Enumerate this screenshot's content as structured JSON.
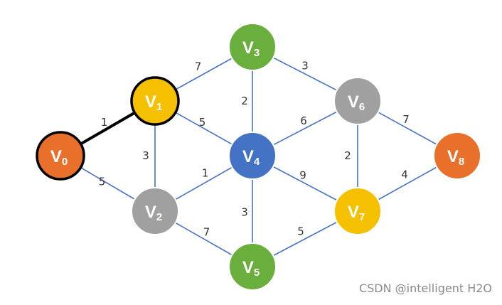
{
  "graph": {
    "nodes": [
      {
        "id": "V0",
        "letter": "V",
        "sub": "0",
        "color": "#E8702A",
        "border": "#000000",
        "highlight": true
      },
      {
        "id": "V1",
        "letter": "V",
        "sub": "1",
        "color": "#F5C000",
        "border": "#000000",
        "highlight": true
      },
      {
        "id": "V2",
        "letter": "V",
        "sub": "2",
        "color": "#A0A0A0",
        "border": "#ffffff",
        "highlight": false
      },
      {
        "id": "V3",
        "letter": "V",
        "sub": "3",
        "color": "#6AAE3E",
        "border": "#ffffff",
        "highlight": false
      },
      {
        "id": "V4",
        "letter": "V",
        "sub": "4",
        "color": "#4472C4",
        "border": "#ffffff",
        "highlight": false
      },
      {
        "id": "V5",
        "letter": "V",
        "sub": "5",
        "color": "#6AAE3E",
        "border": "#ffffff",
        "highlight": false
      },
      {
        "id": "V6",
        "letter": "V",
        "sub": "6",
        "color": "#A0A0A0",
        "border": "#ffffff",
        "highlight": false
      },
      {
        "id": "V7",
        "letter": "V",
        "sub": "7",
        "color": "#F5C000",
        "border": "#ffffff",
        "highlight": false
      },
      {
        "id": "V8",
        "letter": "V",
        "sub": "8",
        "color": "#E8702A",
        "border": "#ffffff",
        "highlight": false
      }
    ],
    "edges": [
      {
        "from": "V0",
        "to": "V1",
        "weight": "1",
        "highlight": true
      },
      {
        "from": "V0",
        "to": "V2",
        "weight": "5",
        "highlight": false
      },
      {
        "from": "V1",
        "to": "V2",
        "weight": "3",
        "highlight": false
      },
      {
        "from": "V1",
        "to": "V3",
        "weight": "7",
        "highlight": false
      },
      {
        "from": "V1",
        "to": "V4",
        "weight": "5",
        "highlight": false
      },
      {
        "from": "V2",
        "to": "V4",
        "weight": "1",
        "highlight": false
      },
      {
        "from": "V2",
        "to": "V5",
        "weight": "7",
        "highlight": false
      },
      {
        "from": "V3",
        "to": "V4",
        "weight": "2",
        "highlight": false
      },
      {
        "from": "V3",
        "to": "V6",
        "weight": "3",
        "highlight": false
      },
      {
        "from": "V4",
        "to": "V5",
        "weight": "3",
        "highlight": false
      },
      {
        "from": "V4",
        "to": "V6",
        "weight": "6",
        "highlight": false
      },
      {
        "from": "V4",
        "to": "V7",
        "weight": "9",
        "highlight": false
      },
      {
        "from": "V5",
        "to": "V7",
        "weight": "5",
        "highlight": false
      },
      {
        "from": "V6",
        "to": "V7",
        "weight": "2",
        "highlight": false
      },
      {
        "from": "V6",
        "to": "V8",
        "weight": "7",
        "highlight": false
      },
      {
        "from": "V7",
        "to": "V8",
        "weight": "4",
        "highlight": false
      }
    ],
    "edge_color": "#4472C4",
    "highlight_edge_color": "#000000"
  },
  "watermark": "CSDN @intelligent H2O"
}
